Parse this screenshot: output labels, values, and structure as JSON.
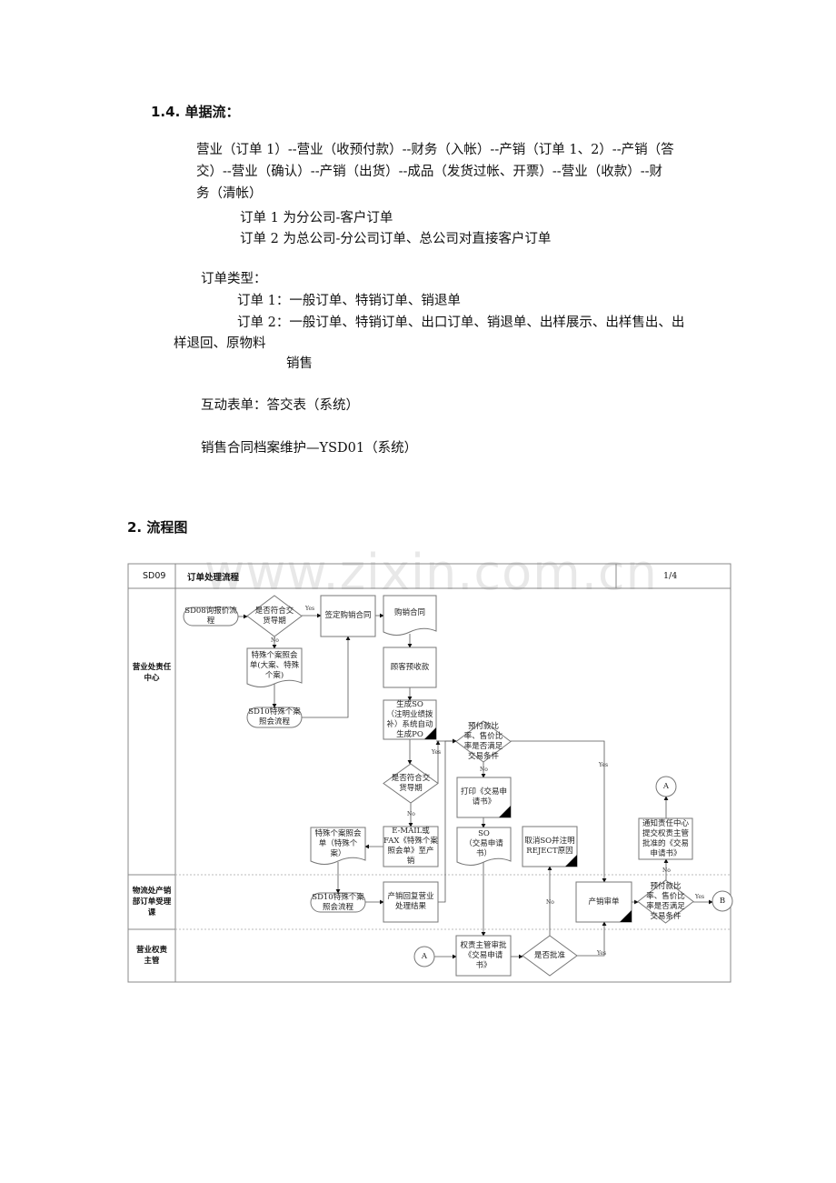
{
  "section_heading": "1.4.    单据流：",
  "flow_lines": [
    "营业（订单 1）--营业（收预付款）--财务（入帐）--产销（订单 1、2）--产销（答",
    "交）--营业（确认）--产销（出货）--成品（发货过帐、开票）--营业（收款）--财",
    "务（清帐）"
  ],
  "order1_note": "订单 1 为分公司-客户订单",
  "order2_note": "订单 2 为总公司-分公司订单、总公司对直接客户订单",
  "order_types_label": "订单类型：",
  "order1_types": "订单 1：一般订单、特销订单、销退单",
  "order2_types": "订单 2：一般订单、特销订单、出口订单、销退单、出样展示、出样售出、出",
  "order2_types_cont": "样退回、原物料",
  "order2_types_cont2": "销售",
  "interactive_form": "互动表单：答交表（系统）",
  "contract_maintenance": "销售合同档案维护—YSD01（系统）",
  "flowchart_heading": "2.  流程图",
  "watermark": "www.zixin.com.cn",
  "flowchart": {
    "code": "SD09",
    "title": "订单处理流程",
    "page": "1/4",
    "lanes": [
      "营业处责任\n中心",
      "物流处产销\n部订单受理\n课",
      "营业权责\n主管"
    ],
    "nodes": {
      "sd08": "SD08询报价流\n程",
      "check_delivery1": "是否符合交\n货导期",
      "sign_contract": "签定购销合同",
      "contract_doc": "购销合同",
      "special_case_doc1": "特殊个案照会\n单(大案、特殊\n个案)",
      "sd10_1": "SD10特殊个案\n照会流程",
      "prepayment": "顾客预收款",
      "create_so": "生成SO\n（注明业绩拨\n补）系统自动\n生成PO",
      "check_ratio1": "预付款比\n率、售价比\n率是否满足\n交易条件",
      "check_delivery2": "是否符合交\n货导期",
      "email_fax": "E-MAIL或\nFAX《特殊个案\n照会单》至产\n销",
      "special_case_doc2": "特殊个案照会\n单（特殊个\n案）",
      "print_app": "打印《交易申\n请书》",
      "so_doc": "SO\n（交易申请\n书）",
      "cancel_so": "取消SO并注明\nREJECT原因",
      "notify": "通知责任中心\n提交权责主管\n批准的《交易\n申请书》",
      "connector_a_top": "A",
      "sd10_2": "SD10特殊个案\n照会流程",
      "reply": "产销回复营业\n处理结果",
      "review": "产销审单",
      "check_ratio2": "预付款比\n率、售价比\n率是否满足\n交易条件",
      "connector_b": "B",
      "connector_a_bottom": "A",
      "approve_app": "权责主管审批\n《交易申请\n书》",
      "approved": "是否批准"
    },
    "edge_labels": {
      "yes": "Yes",
      "no": "No"
    }
  }
}
